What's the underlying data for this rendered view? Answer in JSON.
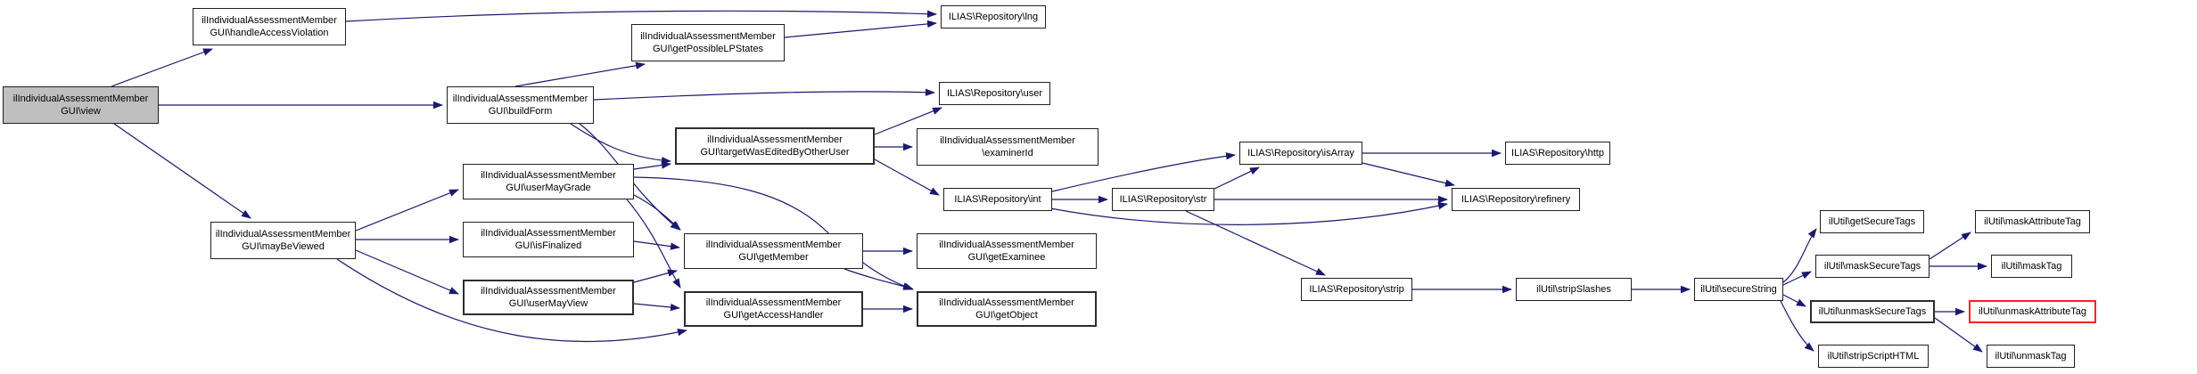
{
  "diagram": {
    "type": "call-graph",
    "background_color": "#ffffff",
    "edge_color": "#191970",
    "node_border_color": "#1f1f1f",
    "highlight_fill": "#bfbfbf",
    "truncated_border_color": "#ff2020",
    "nodes": {
      "view": {
        "label": "ilIndividualAssessmentMember\nGUI\\view",
        "highlighted": true
      },
      "handleAccessViolation": {
        "label": "ilIndividualAssessmentMember\nGUI\\handleAccessViolation"
      },
      "buildForm": {
        "label": "ilIndividualAssessmentMember\nGUI\\buildForm"
      },
      "mayBeViewed": {
        "label": "ilIndividualAssessmentMember\nGUI\\mayBeViewed"
      },
      "getPossibleLPStates": {
        "label": "ilIndividualAssessmentMember\nGUI\\getPossibleLPStates"
      },
      "targetWasEditedByOtherUser": {
        "label": "ilIndividualAssessmentMember\nGUI\\targetWasEditedByOtherUser"
      },
      "userMayGrade": {
        "label": "ilIndividualAssessmentMember\nGUI\\userMayGrade"
      },
      "isFinalized": {
        "label": "ilIndividualAssessmentMember\nGUI\\isFinalized"
      },
      "userMayView": {
        "label": "ilIndividualAssessmentMember\nGUI\\userMayView"
      },
      "getMember": {
        "label": "ilIndividualAssessmentMember\nGUI\\getMember"
      },
      "getAccessHandler": {
        "label": "ilIndividualAssessmentMember\nGUI\\getAccessHandler"
      },
      "getExaminee": {
        "label": "ilIndividualAssessmentMember\nGUI\\getExaminee"
      },
      "getObject": {
        "label": "ilIndividualAssessmentMember\nGUI\\getObject"
      },
      "examinerId": {
        "label": "ilIndividualAssessmentMember\n\\examinerId"
      },
      "lng": {
        "label": "ILIAS\\Repository\\lng"
      },
      "user": {
        "label": "ILIAS\\Repository\\user"
      },
      "int": {
        "label": "ILIAS\\Repository\\int"
      },
      "str": {
        "label": "ILIAS\\Repository\\str"
      },
      "isArray": {
        "label": "ILIAS\\Repository\\isArray"
      },
      "http": {
        "label": "ILIAS\\Repository\\http"
      },
      "refinery": {
        "label": "ILIAS\\Repository\\refinery"
      },
      "strip": {
        "label": "ILIAS\\Repository\\strip"
      },
      "stripSlashes": {
        "label": "ilUtil\\stripSlashes"
      },
      "secureString": {
        "label": "ilUtil\\secureString"
      },
      "getSecureTags": {
        "label": "ilUtil\\getSecureTags"
      },
      "maskSecureTags": {
        "label": "ilUtil\\maskSecureTags"
      },
      "unmaskSecureTags": {
        "label": "ilUtil\\unmaskSecureTags"
      },
      "stripScriptHTML": {
        "label": "ilUtil\\stripScriptHTML"
      },
      "maskAttributeTag": {
        "label": "ilUtil\\maskAttributeTag"
      },
      "maskTag": {
        "label": "ilUtil\\maskTag"
      },
      "unmaskAttributeTag": {
        "label": "ilUtil\\unmaskAttributeTag",
        "truncated": true
      },
      "unmaskTag": {
        "label": "ilUtil\\unmaskTag"
      }
    },
    "edges": [
      {
        "from": "view",
        "to": "handleAccessViolation"
      },
      {
        "from": "view",
        "to": "buildForm"
      },
      {
        "from": "view",
        "to": "mayBeViewed"
      },
      {
        "from": "handleAccessViolation",
        "to": "lng"
      },
      {
        "from": "buildForm",
        "to": "getPossibleLPStates"
      },
      {
        "from": "buildForm",
        "to": "user"
      },
      {
        "from": "buildForm",
        "to": "targetWasEditedByOtherUser"
      },
      {
        "from": "buildForm",
        "to": "getMember"
      },
      {
        "from": "getPossibleLPStates",
        "to": "lng"
      },
      {
        "from": "targetWasEditedByOtherUser",
        "to": "user"
      },
      {
        "from": "targetWasEditedByOtherUser",
        "to": "examinerId"
      },
      {
        "from": "targetWasEditedByOtherUser",
        "to": "int"
      },
      {
        "from": "mayBeViewed",
        "to": "userMayGrade"
      },
      {
        "from": "mayBeViewed",
        "to": "isFinalized"
      },
      {
        "from": "mayBeViewed",
        "to": "userMayView"
      },
      {
        "from": "mayBeViewed",
        "to": "getAccessHandler"
      },
      {
        "from": "userMayGrade",
        "to": "targetWasEditedByOtherUser"
      },
      {
        "from": "userMayGrade",
        "to": "getMember"
      },
      {
        "from": "userMayGrade",
        "to": "getAccessHandler"
      },
      {
        "from": "userMayGrade",
        "to": "getObject"
      },
      {
        "from": "isFinalized",
        "to": "getMember"
      },
      {
        "from": "userMayView",
        "to": "getMember"
      },
      {
        "from": "userMayView",
        "to": "getAccessHandler"
      },
      {
        "from": "getMember",
        "to": "getExaminee"
      },
      {
        "from": "getMember",
        "to": "getObject"
      },
      {
        "from": "getAccessHandler",
        "to": "getObject"
      },
      {
        "from": "int",
        "to": "str"
      },
      {
        "from": "int",
        "to": "isArray"
      },
      {
        "from": "int",
        "to": "refinery"
      },
      {
        "from": "str",
        "to": "isArray"
      },
      {
        "from": "str",
        "to": "refinery"
      },
      {
        "from": "str",
        "to": "strip"
      },
      {
        "from": "isArray",
        "to": "http"
      },
      {
        "from": "isArray",
        "to": "refinery"
      },
      {
        "from": "strip",
        "to": "stripSlashes"
      },
      {
        "from": "stripSlashes",
        "to": "secureString"
      },
      {
        "from": "secureString",
        "to": "getSecureTags"
      },
      {
        "from": "secureString",
        "to": "maskSecureTags"
      },
      {
        "from": "secureString",
        "to": "unmaskSecureTags"
      },
      {
        "from": "secureString",
        "to": "stripScriptHTML"
      },
      {
        "from": "maskSecureTags",
        "to": "maskAttributeTag"
      },
      {
        "from": "maskSecureTags",
        "to": "maskTag"
      },
      {
        "from": "unmaskSecureTags",
        "to": "unmaskAttributeTag"
      },
      {
        "from": "unmaskSecureTags",
        "to": "unmaskTag"
      }
    ]
  }
}
